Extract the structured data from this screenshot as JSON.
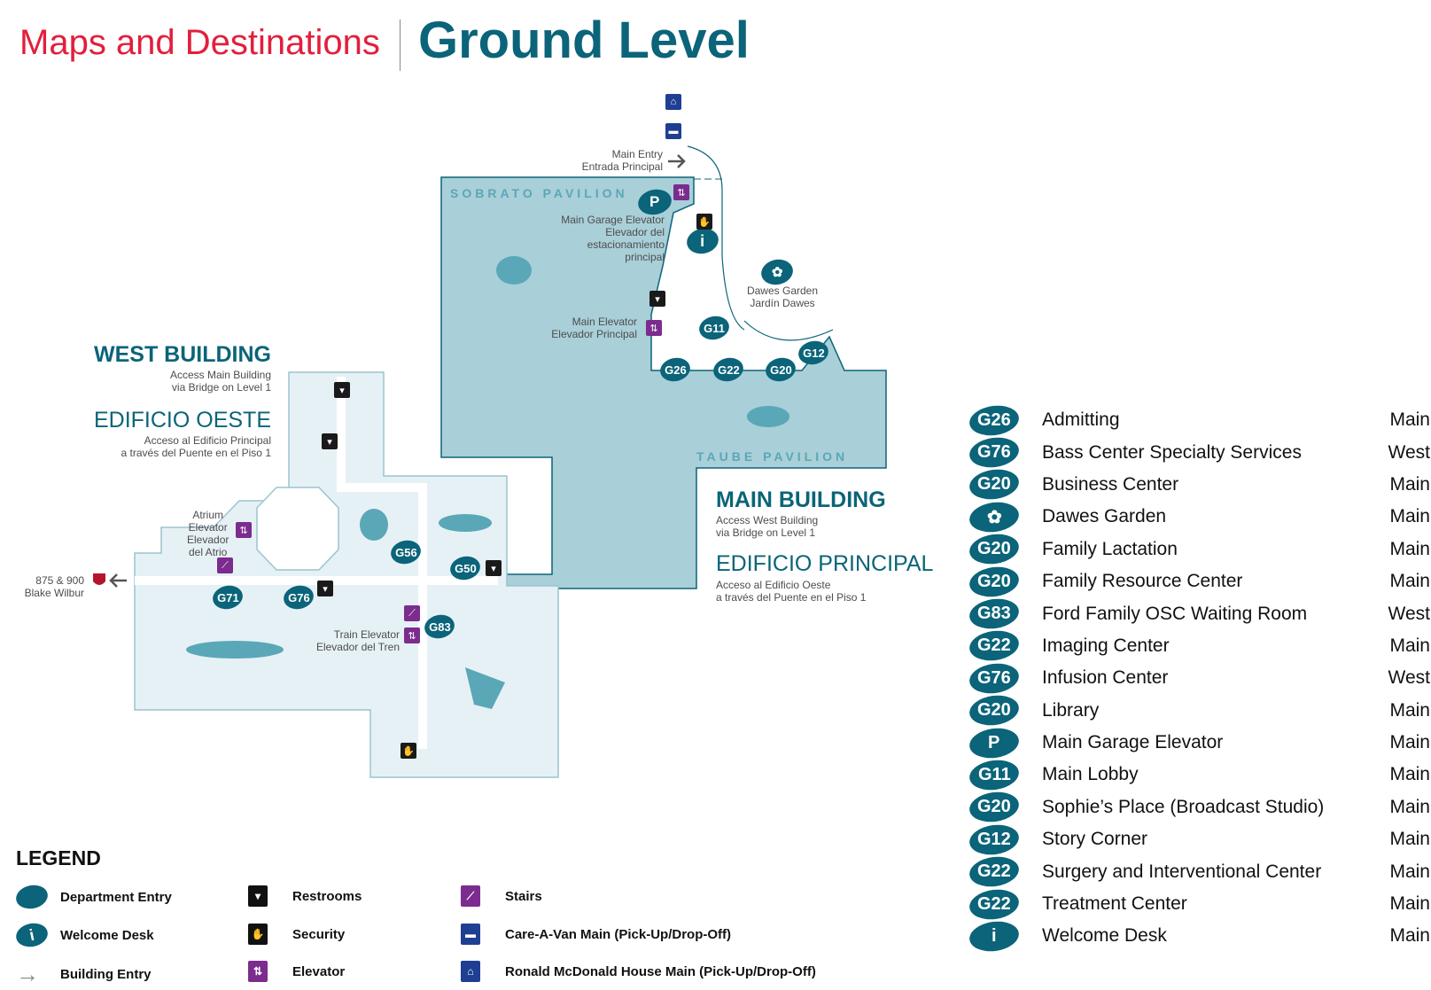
{
  "header": {
    "subtitle": "Maps and Destinations",
    "title": "Ground Level"
  },
  "colors": {
    "brand_red": "#e21f3d",
    "teal": "#0b6479",
    "main_building_fill": "#a9cfd8",
    "west_building_fill": "#e6f1f5",
    "elevator_purple": "#7b2c8e",
    "shuttle_blue": "#1f3f92"
  },
  "map": {
    "pavilions": {
      "sobrato": "SOBRATO PAVILION",
      "taube": "TAUBE PAVILION"
    },
    "west_building": {
      "name": "WEST BUILDING",
      "note_line1": "Access Main Building",
      "note_line2": "via Bridge on Level 1",
      "name_es": "EDIFICIO OESTE",
      "note_es_line1": "Acceso al Edificio Principal",
      "note_es_line2": "a través del Puente en el Piso 1"
    },
    "main_building": {
      "name": "MAIN BUILDING",
      "note_line1": "Access West Building",
      "note_line2": "via Bridge on Level 1",
      "name_es": "EDIFICIO PRINCIPAL",
      "note_es_line1": "Acceso al Edificio Oeste",
      "note_es_line2": "a través del Puente en el Piso 1"
    },
    "labels": {
      "main_entry": "Main Entry",
      "main_entry_es": "Entrada Principal",
      "garage_elevator_1": "Main Garage Elevator",
      "garage_elevator_2": "Elevador del",
      "garage_elevator_3": "estacionamiento",
      "garage_elevator_4": "principal",
      "main_elevator": "Main Elevator",
      "main_elevator_es": "Elevador Principal",
      "dawes_garden": "Dawes Garden",
      "dawes_garden_es": "Jardín Dawes",
      "atrium_1": "Atrium",
      "atrium_2": "Elevator",
      "atrium_3": "Elevador",
      "atrium_4": "del Atrio",
      "train_elevator": "Train Elevator",
      "train_elevator_es": "Elevador del Tren",
      "blake_1": "875 & 900",
      "blake_2": "Blake Wilbur"
    },
    "pins": {
      "p": "P",
      "info": "i",
      "g11": "G11",
      "g12": "G12",
      "g20": "G20",
      "g22": "G22",
      "g26": "G26",
      "g56": "G56",
      "g50": "G50",
      "g71": "G71",
      "g76": "G76",
      "g83": "G83"
    }
  },
  "legend": {
    "title": "LEGEND",
    "items": [
      {
        "label": "Department Entry",
        "icon": "department-entry-blob"
      },
      {
        "label": "Welcome Desk",
        "icon": "info-icon"
      },
      {
        "label": "Building Entry",
        "icon": "arrow-right-icon"
      },
      {
        "label": "Restrooms",
        "icon": "restroom-icon"
      },
      {
        "label": "Security",
        "icon": "security-icon"
      },
      {
        "label": "Elevator",
        "icon": "elevator-icon"
      },
      {
        "label": "Stairs",
        "icon": "stairs-icon"
      },
      {
        "label": "Care-A-Van Main (Pick-Up/Drop-Off)",
        "icon": "van-icon"
      },
      {
        "label": "Ronald McDonald House Main (Pick-Up/Drop-Off)",
        "icon": "house-icon"
      }
    ]
  },
  "directory": [
    {
      "code": "G26",
      "name": "Admitting",
      "building": "Main"
    },
    {
      "code": "G76",
      "name": "Bass Center Specialty Services",
      "building": "West"
    },
    {
      "code": "G20",
      "name": "Business Center",
      "building": "Main"
    },
    {
      "code": "✿",
      "name": "Dawes Garden",
      "building": "Main"
    },
    {
      "code": "G20",
      "name": "Family Lactation",
      "building": "Main"
    },
    {
      "code": "G20",
      "name": "Family Resource Center",
      "building": "Main"
    },
    {
      "code": "G83",
      "name": "Ford Family OSC Waiting Room",
      "building": "West"
    },
    {
      "code": "G22",
      "name": "Imaging Center",
      "building": "Main"
    },
    {
      "code": "G76",
      "name": "Infusion Center",
      "building": "West"
    },
    {
      "code": "G20",
      "name": "Library",
      "building": "Main"
    },
    {
      "code": "P",
      "name": "Main Garage Elevator",
      "building": "Main"
    },
    {
      "code": "G11",
      "name": "Main Lobby",
      "building": "Main"
    },
    {
      "code": "G20",
      "name": "Sophie’s Place (Broadcast Studio)",
      "building": "Main"
    },
    {
      "code": "G12",
      "name": "Story Corner",
      "building": "Main"
    },
    {
      "code": "G22",
      "name": "Surgery and Interventional Center",
      "building": "Main"
    },
    {
      "code": "G22",
      "name": "Treatment Center",
      "building": "Main"
    },
    {
      "code": "i",
      "name": "Welcome Desk",
      "building": "Main"
    }
  ]
}
